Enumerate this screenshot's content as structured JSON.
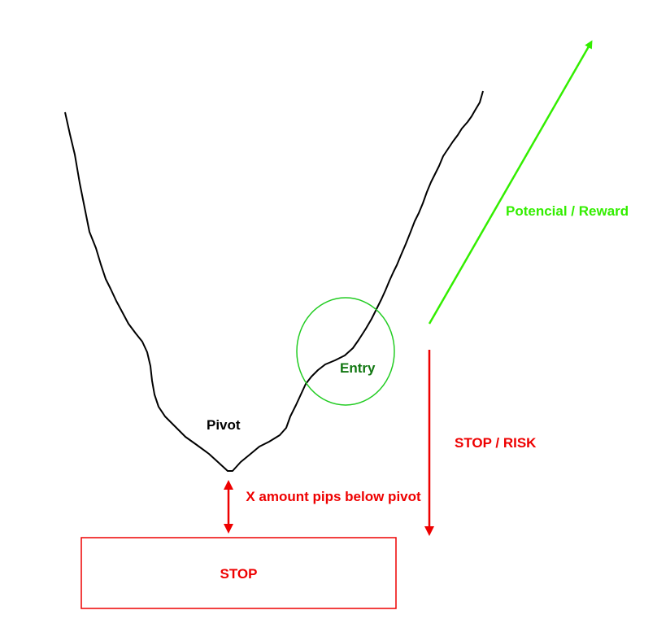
{
  "labels": {
    "reward": "Potencial / Reward",
    "entry": "Entry",
    "pivot": "Pivot",
    "risk": "STOP / RISK",
    "pips": "X amount pips below pivot",
    "stop": "STOP"
  },
  "colors": {
    "price_line": "#000000",
    "reward": "#33ee00",
    "entry": "#22cc22",
    "entry_text": "#117711",
    "risk": "#ee0000",
    "pivot_text": "#000000",
    "background": "#ffffff"
  }
}
